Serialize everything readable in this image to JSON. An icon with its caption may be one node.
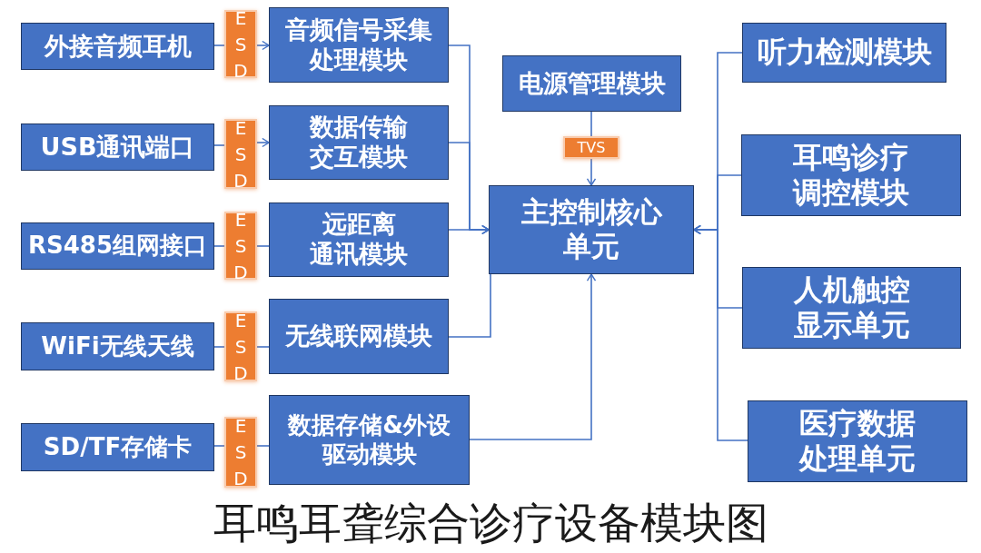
{
  "diagram": {
    "title": "耳鸣耳聋综合诊疗设备模块图",
    "nodes": [
      {
        "text": [
          "外接音频耳机"
        ]
      },
      {
        "text": [
          "ESD"
        ]
      },
      {
        "text": [
          "音频信号采集处理模块"
        ]
      },
      {
        "text": [
          "USB通讯端口"
        ]
      },
      {
        "text": [
          "ESD"
        ]
      },
      {
        "text": [
          "数据传输交互模块"
        ]
      },
      {
        "text": [
          "RS485组网接口"
        ]
      },
      {
        "text": [
          "ESD"
        ]
      },
      {
        "text": [
          "远距离通讯模块"
        ]
      },
      {
        "text": [
          "WiFi无线天线"
        ]
      },
      {
        "text": [
          "ESD"
        ]
      },
      {
        "text": [
          "无线联网模块"
        ]
      },
      {
        "text": [
          "SD/TF存储卡"
        ]
      },
      {
        "text": [
          "ESD"
        ]
      },
      {
        "text": [
          "数据存储&外设驱动模块"
        ]
      },
      {
        "text": [
          "电源管理模块"
        ]
      },
      {
        "text": [
          "TVS"
        ]
      },
      {
        "text": [
          "主控制核心单元"
        ]
      },
      {
        "text": [
          "听力检测模块"
        ]
      },
      {
        "text": [
          "耳鸣诊疗调控模块"
        ]
      },
      {
        "text": [
          "人机触控显示单元"
        ]
      },
      {
        "text": [
          "医疗数据处理单元"
        ]
      }
    ],
    "edges": [
      {
        "from": 0,
        "to": 1,
        "arrow": "none"
      },
      {
        "from": 1,
        "to": 2,
        "arrow": "to"
      },
      {
        "from": 3,
        "to": 4,
        "arrow": "none"
      },
      {
        "from": 4,
        "to": 5,
        "arrow": "to"
      },
      {
        "from": 6,
        "to": 7,
        "arrow": "none"
      },
      {
        "from": 7,
        "to": 8,
        "arrow": "none"
      },
      {
        "from": 9,
        "to": 10,
        "arrow": "none"
      },
      {
        "from": 10,
        "to": 11,
        "arrow": "none"
      },
      {
        "from": 12,
        "to": 13,
        "arrow": "none"
      },
      {
        "from": 13,
        "to": 14,
        "arrow": "none"
      },
      {
        "from": 2,
        "to": 17,
        "arrow": "to"
      },
      {
        "from": 5,
        "to": 17,
        "arrow": "to"
      },
      {
        "from": 8,
        "to": 17,
        "arrow": "to"
      },
      {
        "from": 11,
        "to": 17,
        "arrow": "none"
      },
      {
        "from": 14,
        "to": 17,
        "arrow": "to"
      },
      {
        "from": 15,
        "to": 16,
        "arrow": "none"
      },
      {
        "from": 16,
        "to": 17,
        "arrow": "to"
      },
      {
        "from": 18,
        "to": 17,
        "arrow": "to"
      },
      {
        "from": 19,
        "to": 17,
        "arrow": "to"
      },
      {
        "from": 20,
        "to": 17,
        "arrow": "to"
      },
      {
        "from": 21,
        "to": 17,
        "arrow": "to"
      }
    ]
  }
}
